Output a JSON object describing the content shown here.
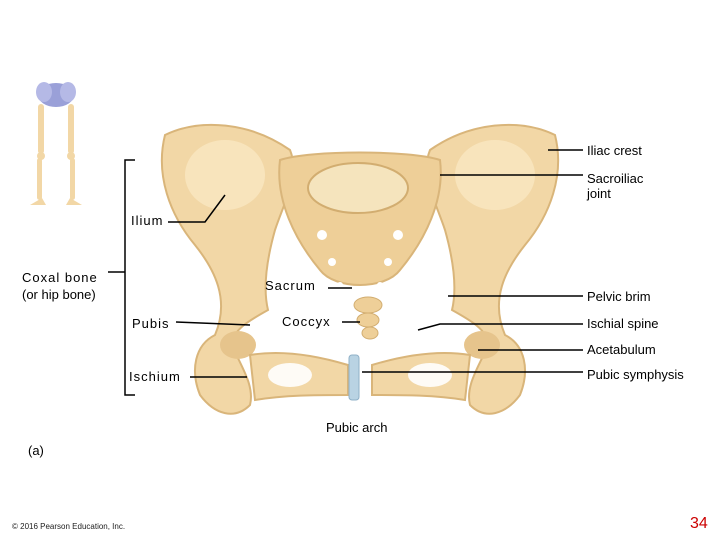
{
  "labels": {
    "iliac_crest": "Iliac crest",
    "sacroiliac_joint": "Sacroiliac joint",
    "ilium": "Ilium",
    "coxal_bone": "Coxal bone",
    "coxal_bone_sub": "(or hip bone)",
    "sacrum": "Sacrum",
    "pelvic_brim": "Pelvic brim",
    "pubis": "Pubis",
    "coccyx": "Coccyx",
    "ischial_spine": "Ischial spine",
    "acetabulum": "Acetabulum",
    "ischium": "Ischium",
    "pubic_symphysis": "Pubic symphysis",
    "pubic_arch": "Pubic arch"
  },
  "panel_label": "(a)",
  "copyright": "© 2016 Pearson Education, Inc.",
  "page_number": "34",
  "colors": {
    "bone": "#f2d7a6",
    "bone_dark": "#d9b57a",
    "bone_light": "#fbe9c6",
    "cartilage": "#b9d3e3",
    "accent_page_number": "#cc0000"
  }
}
